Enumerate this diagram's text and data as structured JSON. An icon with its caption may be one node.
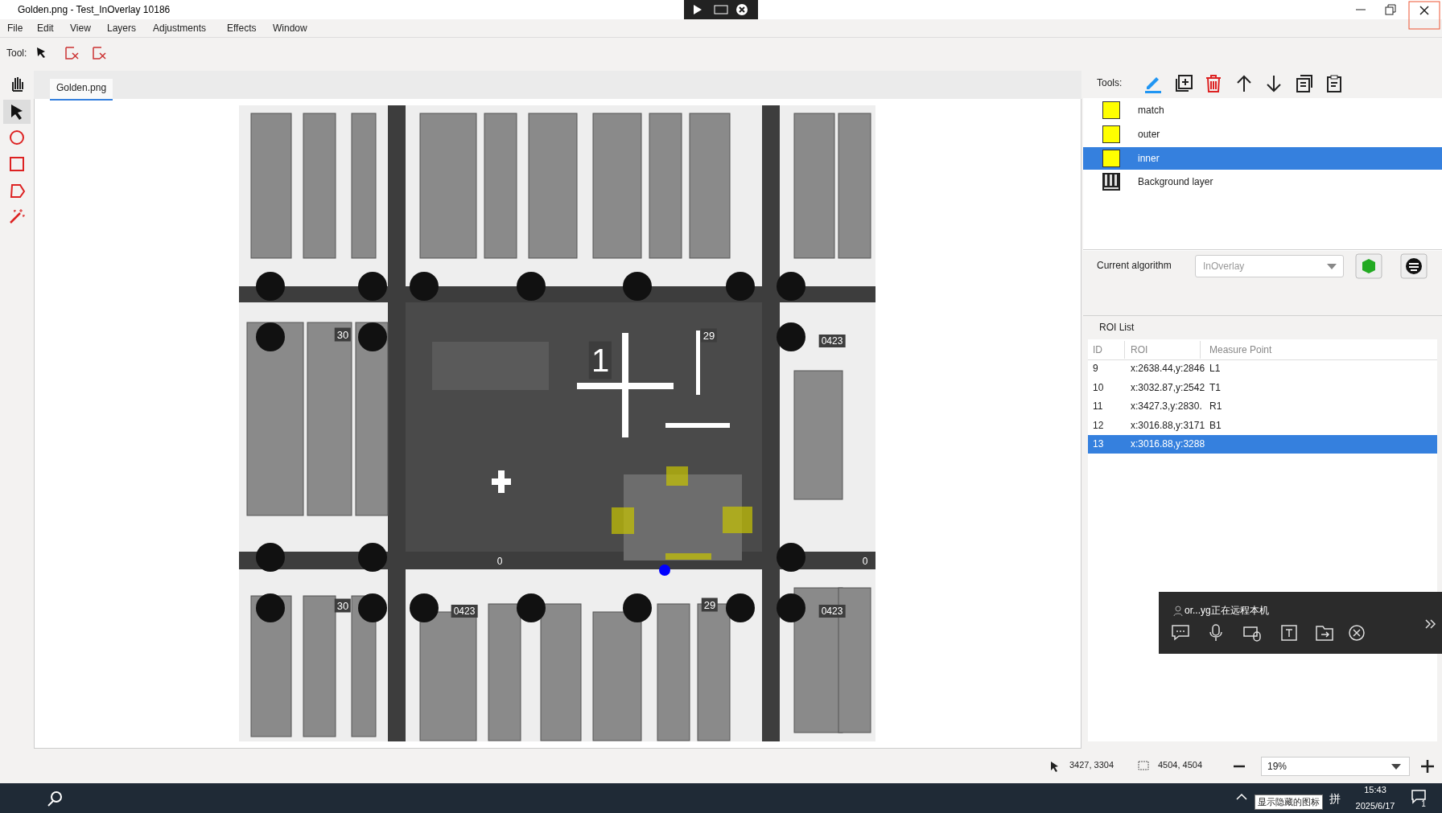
{
  "diagram": {
    "labels": [
      "Golden.png - Test_InOverlay 10186",
      "File",
      "Edit",
      "View",
      "Layers",
      "Adjustments",
      "Effects",
      "Window",
      "Tool:",
      "Golden.png",
      "Tools:",
      "Current algorithm",
      "InOverlay",
      "ROI List",
      "ID",
      "ROI",
      "Measure Point",
      "9",
      "x:2638.44,y:2846",
      "L1",
      "10",
      "x:3032.87,y:2542",
      "T1",
      "11",
      "x:3427.3,y:2830.",
      "R1",
      "12",
      "x:3016.88,y:3171",
      "B1",
      "13",
      "x:3016.88,y:3288",
      "30",
      "29",
      "0423",
      "1",
      "0",
      "0",
      "30",
      "0423",
      "29",
      "0423",
      "or...yg正在远程本机",
      "3427, 3304",
      "4504, 4504",
      "19%",
      "显示隐藏的图标",
      "拼",
      "15:43",
      "2025/6/17",
      "1"
    ],
    "legend": [
      {
        "text": "match",
        "color": "#ffff00"
      },
      {
        "text": "outer",
        "color": "#ffff00"
      },
      {
        "text": "inner",
        "color": "#ffff00"
      },
      {
        "text": "Background layer"
      }
    ]
  }
}
